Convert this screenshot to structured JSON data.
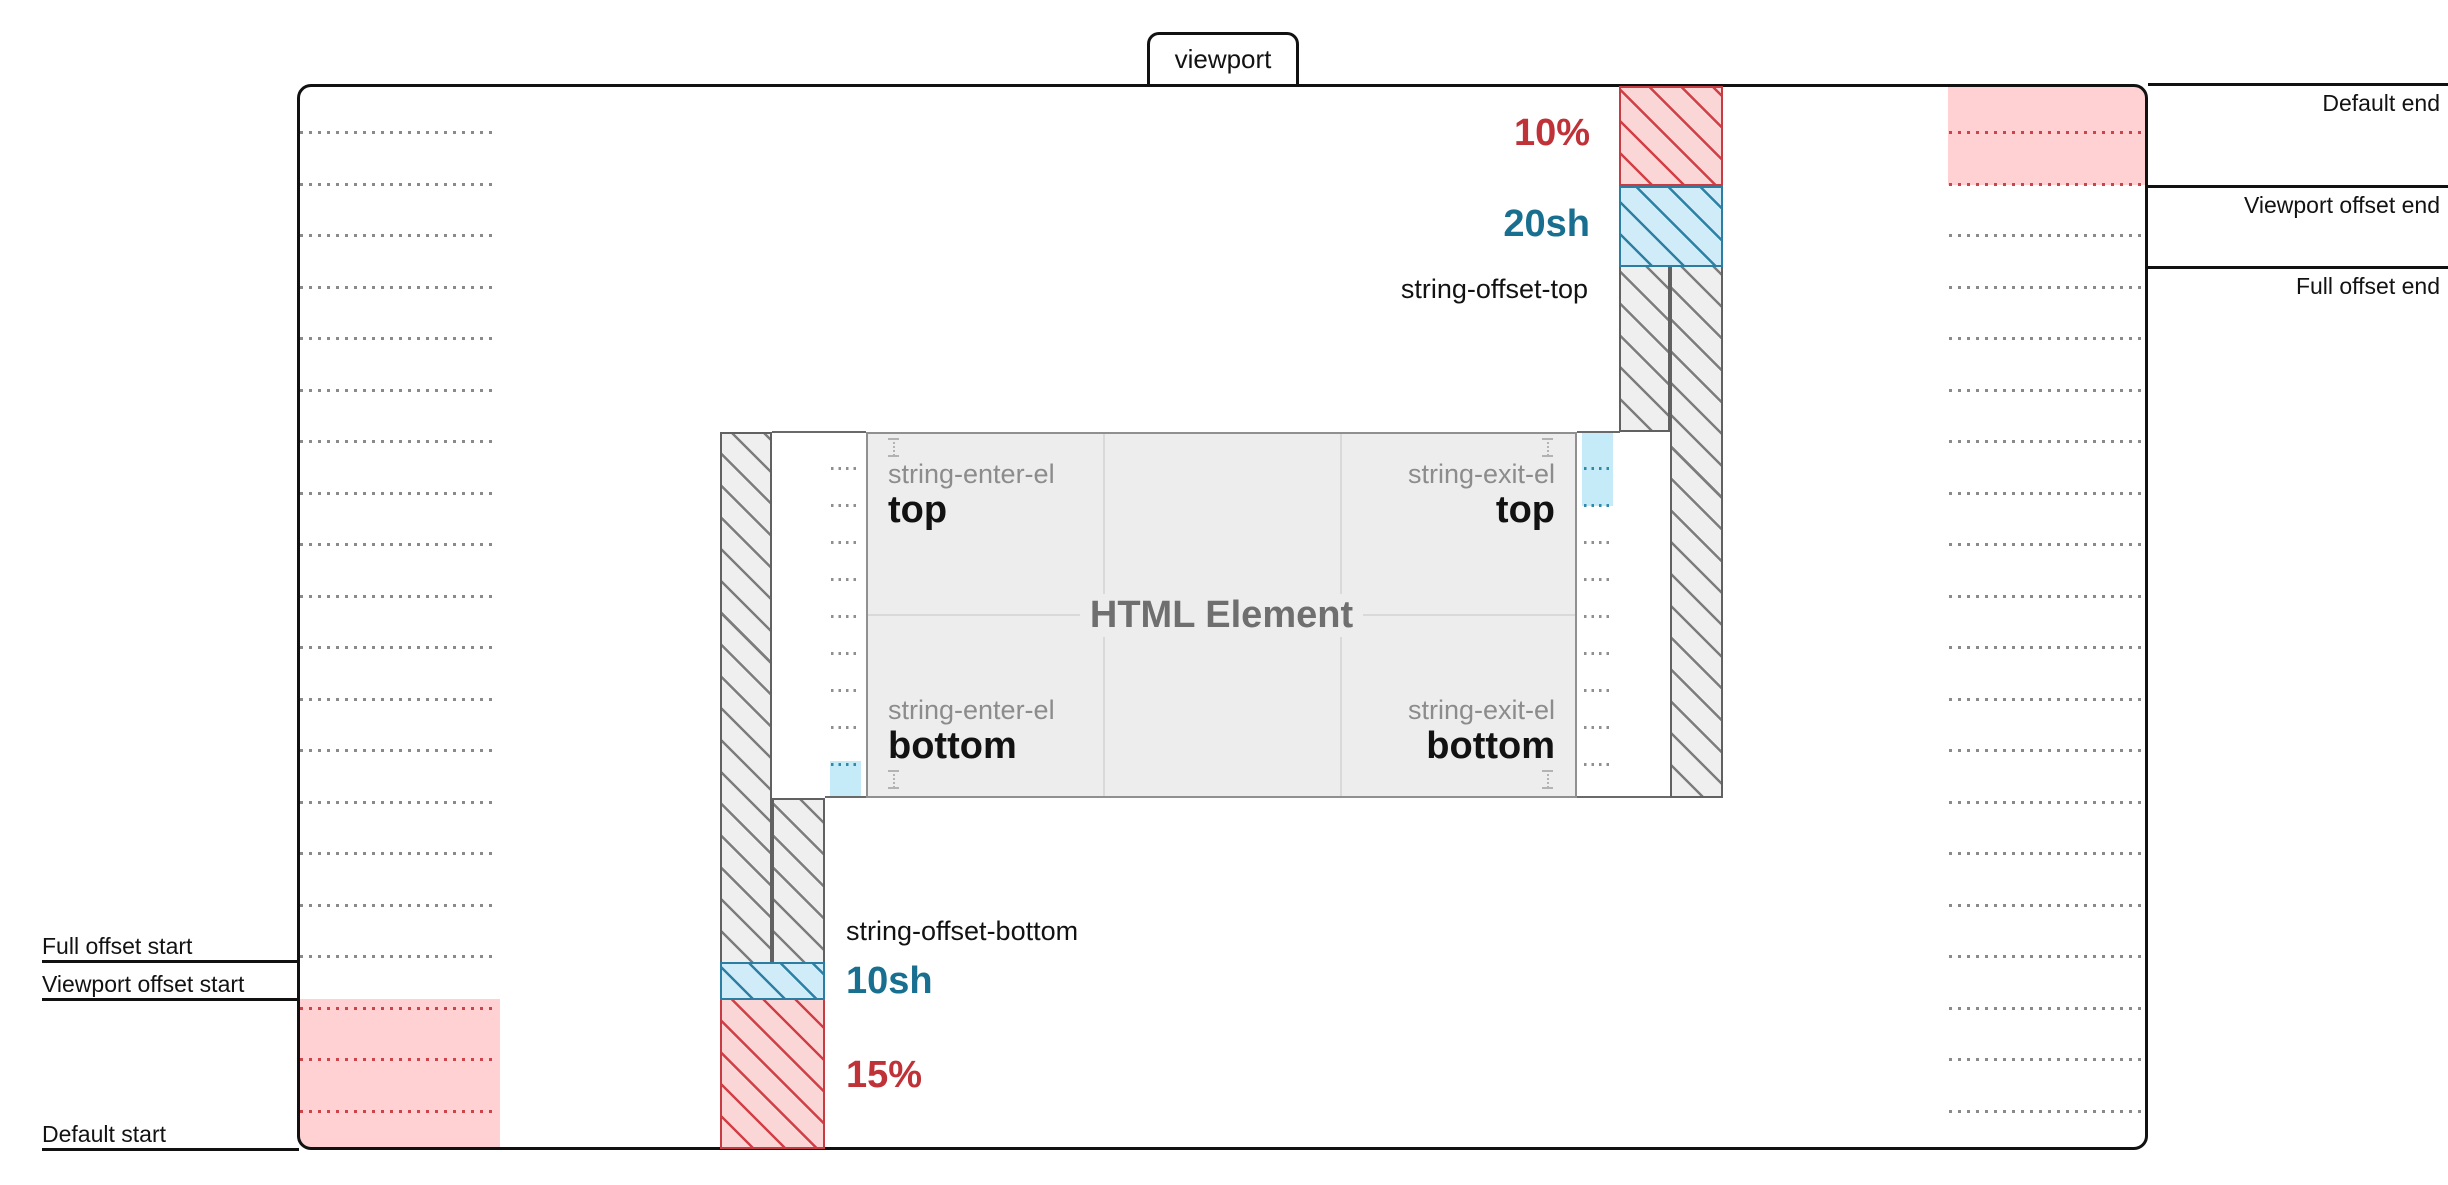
{
  "tab": {
    "label": "viewport"
  },
  "end_markers": [
    {
      "label": "Default end"
    },
    {
      "label": "Viewport offset end"
    },
    {
      "label": "Full offset end"
    }
  ],
  "start_markers": [
    {
      "label": "Full offset start"
    },
    {
      "label": "Viewport offset start"
    },
    {
      "label": "Default start"
    }
  ],
  "top_offset": {
    "caption": "string-offset-top",
    "percent_label": "10%",
    "sh_label": "20sh"
  },
  "bottom_offset": {
    "caption": "string-offset-bottom",
    "percent_label": "15%",
    "sh_label": "10sh"
  },
  "element": {
    "title": "HTML Element",
    "quadrants": {
      "top_left": {
        "name": "string-enter-el",
        "edge": "top"
      },
      "top_right": {
        "name": "string-exit-el",
        "edge": "top"
      },
      "bottom_left": {
        "name": "string-enter-el",
        "edge": "bottom"
      },
      "bottom_right": {
        "name": "string-exit-el",
        "edge": "bottom"
      }
    }
  },
  "colors": {
    "accent_red": "#bf3238",
    "accent_teal": "#186f90",
    "pink_fill": "#ffd1d3",
    "red_hatch_fill": "#fad6d7",
    "cyan_hatch_fill": "#cfecf8",
    "gray_hatch_fill": "#efefef",
    "cyan_highlight": "#c5ebf8",
    "viewport_border": "#111111"
  }
}
